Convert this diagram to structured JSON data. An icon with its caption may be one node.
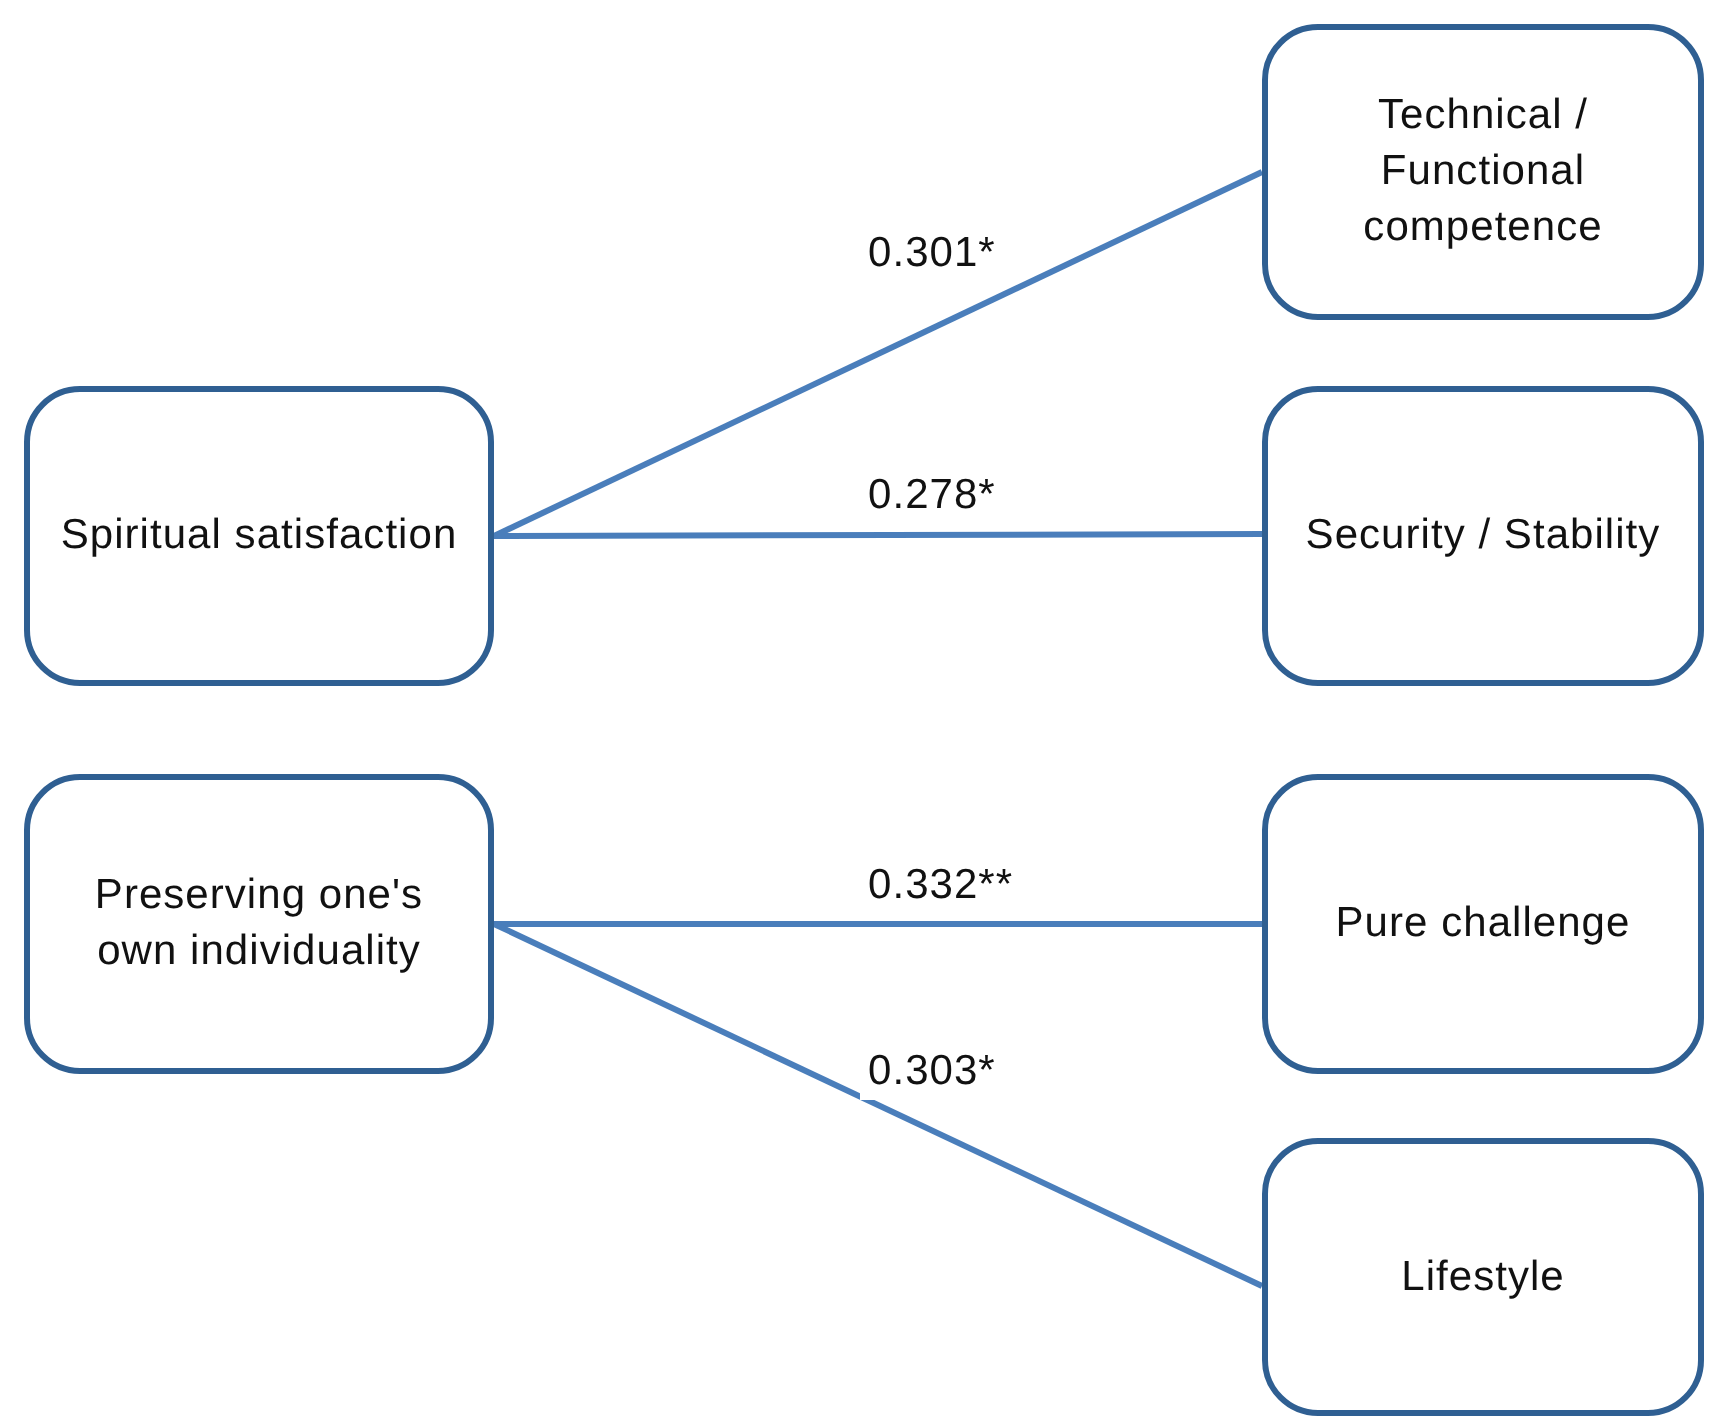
{
  "diagram": {
    "nodes": [
      {
        "text": [
          "Spiritual satisfaction"
        ]
      },
      {
        "text": [
          "Preserving one's own individuality"
        ]
      },
      {
        "text": [
          "Technical / Functional competence"
        ]
      },
      {
        "text": [
          "Security / Stability"
        ]
      },
      {
        "text": [
          "Pure challenge"
        ]
      },
      {
        "text": [
          "Lifestyle"
        ]
      }
    ],
    "edges": [
      {
        "from": 0,
        "to": 2,
        "arrow": "none",
        "label": "0.301*"
      },
      {
        "from": 0,
        "to": 3,
        "arrow": "none",
        "label": "0.278*"
      },
      {
        "from": 1,
        "to": 4,
        "arrow": "none",
        "label": "0.332**"
      },
      {
        "from": 1,
        "to": 5,
        "arrow": "none",
        "label": "0.303*"
      }
    ]
  }
}
